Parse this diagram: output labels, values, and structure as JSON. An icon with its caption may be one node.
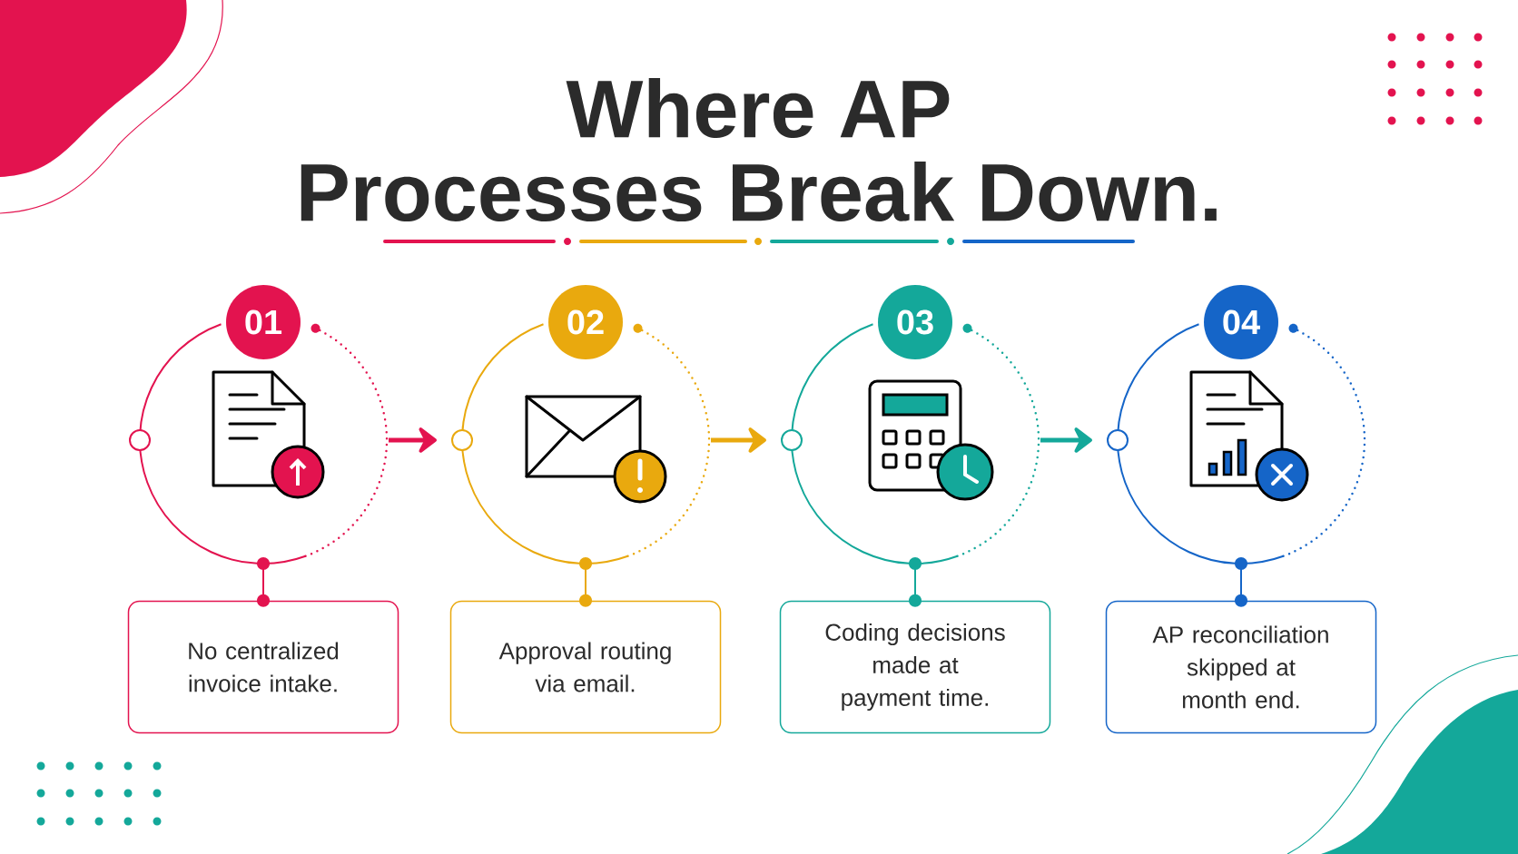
{
  "diagram": {
    "title": "Where AP Processes Break Down.",
    "nodes": [
      {
        "text": [
          "01"
        ]
      },
      {
        "text": [
          "02"
        ]
      },
      {
        "text": [
          "03"
        ]
      },
      {
        "text": [
          "04"
        ]
      },
      {
        "text": [
          "No centralized invoice intake."
        ]
      },
      {
        "text": [
          "Approval routing via email."
        ]
      },
      {
        "text": [
          "Coding decisions made at payment time."
        ]
      },
      {
        "text": [
          "AP reconciliation skipped at month end."
        ]
      }
    ],
    "edges": [
      {
        "from": 0,
        "to": 1,
        "arrow": "to",
        "style": "thick",
        "color": "#e3134f"
      },
      {
        "from": 1,
        "to": 2,
        "arrow": "to",
        "style": "thick",
        "color": "#e9a90e"
      },
      {
        "from": 2,
        "to": 3,
        "arrow": "to",
        "style": "thick",
        "color": "#14a89a"
      },
      {
        "from": 0,
        "to": 4,
        "arrow": "other",
        "color": "#e3134f"
      },
      {
        "from": 1,
        "to": 5,
        "arrow": "other",
        "color": "#e9a90e"
      },
      {
        "from": 2,
        "to": 6,
        "arrow": "other",
        "color": "#14a89a"
      },
      {
        "from": 3,
        "to": 7,
        "arrow": "other",
        "color": "#1565c8"
      }
    ]
  }
}
